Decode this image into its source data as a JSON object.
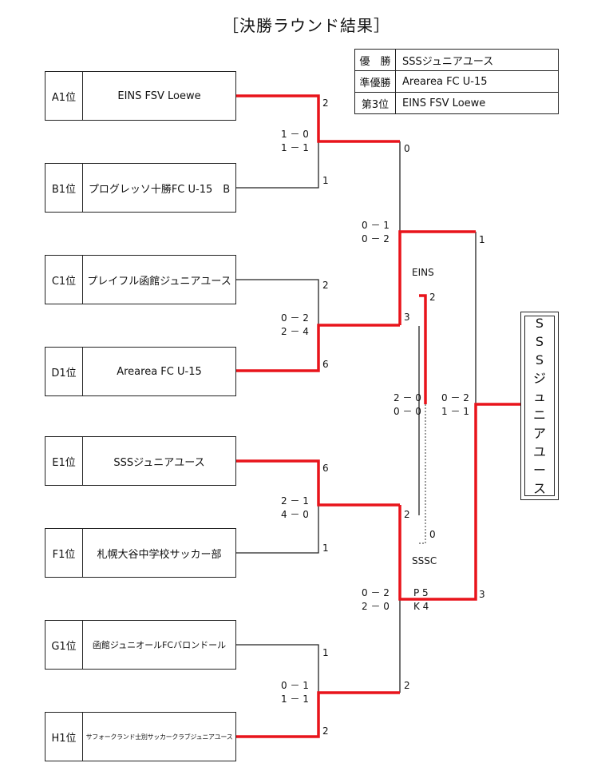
{
  "title": "［決勝ラウンド結果］",
  "results": [
    {
      "rank": "優　勝",
      "team": "SSSジュニアユース"
    },
    {
      "rank": "準優勝",
      "team": "Arearea FC U-15"
    },
    {
      "rank": "第3位",
      "team": "EINS FSV Loewe"
    }
  ],
  "teams": [
    {
      "seed": "A1位",
      "name": "EINS FSV Loewe"
    },
    {
      "seed": "B1位",
      "name": "プログレッソ十勝FC U-15　B"
    },
    {
      "seed": "C1位",
      "name": "プレイフル函館ジュニアユース"
    },
    {
      "seed": "D1位",
      "name": "Arearea FC U-15"
    },
    {
      "seed": "E1位",
      "name": "SSSジュニアユース"
    },
    {
      "seed": "F1位",
      "name": "札幌大谷中学校サッカー部"
    },
    {
      "seed": "G1位",
      "name": "函館ジュニオールFCバロンドール"
    },
    {
      "seed": "H1位",
      "name": "サフォークランド士別サッカークラブジュニアユース"
    }
  ],
  "champion": "SSSジュニアユース",
  "round1": [
    {
      "score_top": "2",
      "score_bottom": "1",
      "half1": "1 － 0",
      "half2": "1 － 1"
    },
    {
      "score_top": "2",
      "score_bottom": "6",
      "half1": "0 － 2",
      "half2": "2 － 4"
    },
    {
      "score_top": "6",
      "score_bottom": "1",
      "half1": "2 － 1",
      "half2": "4 － 0"
    },
    {
      "score_top": "1",
      "score_bottom": "2",
      "half1": "0 － 1",
      "half2": "1 － 1"
    }
  ],
  "semifinals": [
    {
      "score_top": "0",
      "score_bottom": "3",
      "half1": "0 － 1",
      "half2": "0 － 2"
    },
    {
      "score_top": "2",
      "score_bottom": "2",
      "half1": "0 － 2",
      "half2": "2 － 0",
      "pk_top": "P 5",
      "pk_bottom": "K 4"
    }
  ],
  "third_place": {
    "team_top": "EINS",
    "team_bottom": "SSSC",
    "score_top": "2",
    "score_bottom": "0",
    "half1": "2 － 0",
    "half2": "0 － 0"
  },
  "final": {
    "score_top": "1",
    "score_bottom": "3",
    "half1": "0 － 2",
    "half2": "1 － 1"
  },
  "colors": {
    "winner_line": "#e8141b",
    "line": "#222222",
    "dotted": "#555555"
  }
}
